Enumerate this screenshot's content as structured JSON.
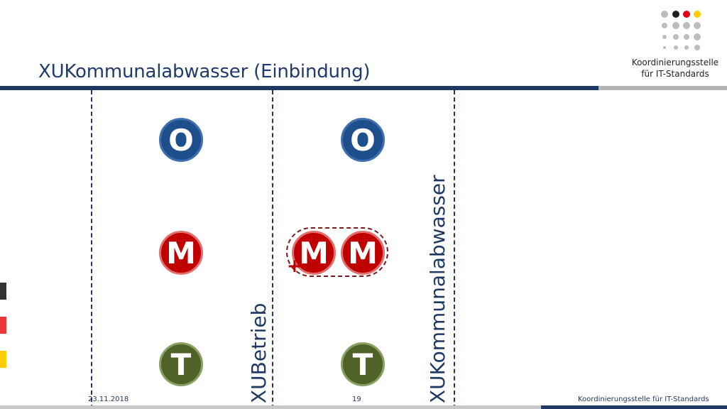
{
  "logo": {
    "line1": "Koordinierungsstelle",
    "line2": "für IT-Standards",
    "colors": {
      "gray": "#bdbdbd",
      "black": "#222222",
      "red": "#e3001b",
      "gold": "#ffcc00"
    }
  },
  "slide": {
    "title": "XUKommunalabwasser (Einbindung)"
  },
  "diagram": {
    "columns": [
      {
        "label": "XUBetrieb",
        "o": "O",
        "m": "M",
        "t": "T"
      },
      {
        "label": "XUKommunalabwasser",
        "o": "O",
        "m": "M",
        "m2": "M",
        "t": "T",
        "plus": "+"
      }
    ],
    "colors": {
      "o": "#1f4e8c",
      "m": "#c00000",
      "t": "#4f6228",
      "line": "#1f3864"
    }
  },
  "footer": {
    "date": "23.11.2018",
    "page": "19",
    "org": "Koordinierungsstelle für IT-Standards"
  },
  "flags": {
    "black": "#333333",
    "red": "#e8363a",
    "gold": "#ffcc00"
  }
}
